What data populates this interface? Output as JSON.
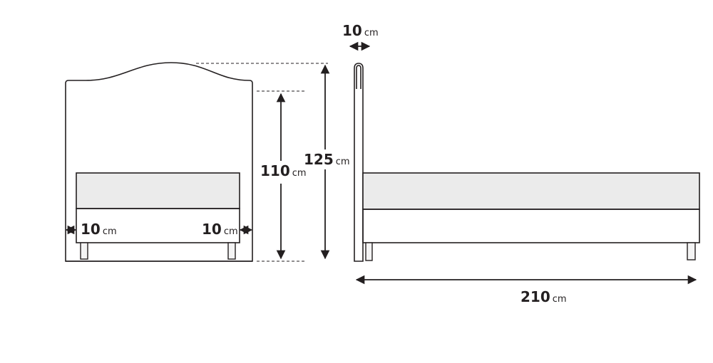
{
  "dimensions": {
    "headboard_thickness": {
      "value": "10",
      "unit": "cm"
    },
    "bed_length": {
      "value": "210",
      "unit": "cm"
    },
    "total_height": {
      "value": "125",
      "unit": "cm"
    },
    "headboard_height": {
      "value": "110",
      "unit": "cm"
    },
    "left_overhang": {
      "value": "10",
      "unit": "cm"
    },
    "right_overhang": {
      "value": "10",
      "unit": "cm"
    }
  }
}
